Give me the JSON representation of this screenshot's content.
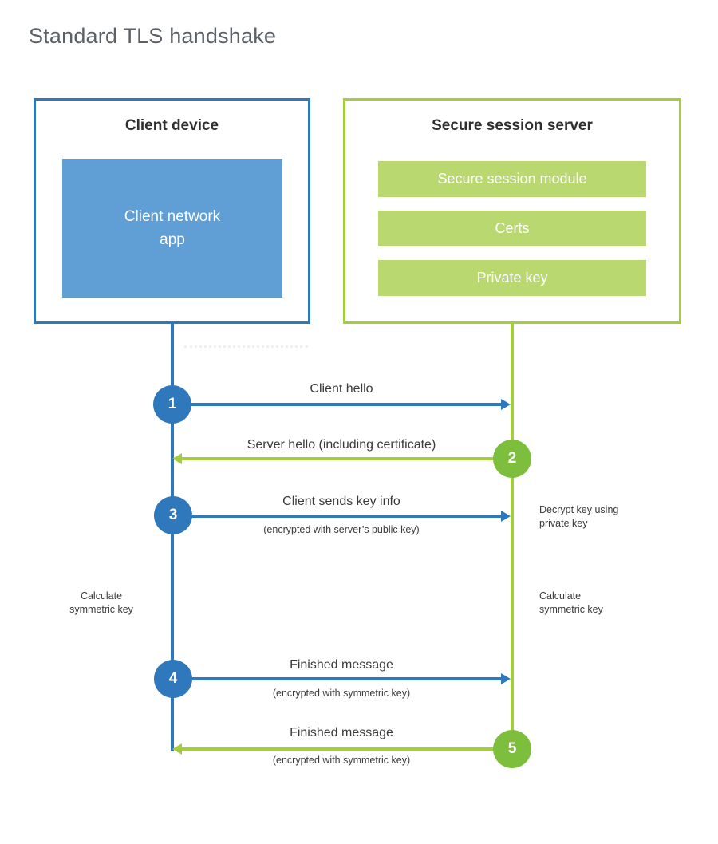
{
  "title": "Standard TLS handshake",
  "client": {
    "title": "Client device",
    "app_label": "Client network\napp"
  },
  "server": {
    "title": "Secure session server",
    "modules": [
      "Secure session module",
      "Certs",
      "Private key"
    ]
  },
  "steps": [
    {
      "num": "1",
      "label": "Client hello",
      "sub": ""
    },
    {
      "num": "2",
      "label": "Server hello (including certificate)",
      "sub": ""
    },
    {
      "num": "3",
      "label": "Client sends key info",
      "sub": "(encrypted with server’s public key)"
    },
    {
      "num": "4",
      "label": "Finished message",
      "sub": "(encrypted with symmetric key)"
    },
    {
      "num": "5",
      "label": "Finished message",
      "sub": "(encrypted with symmetric key)"
    }
  ],
  "notes": {
    "decrypt": "Decrypt key using\nprivate key",
    "calc_left": "Calculate\nsymmetric key",
    "calc_right": "Calculate\nsymmetric key"
  },
  "colors": {
    "blue": "#2e78bb",
    "blue_light": "#5f9fd6",
    "green": "#a3cc3e",
    "green_light": "#b9d970",
    "green_circle": "#7dbe3c"
  }
}
